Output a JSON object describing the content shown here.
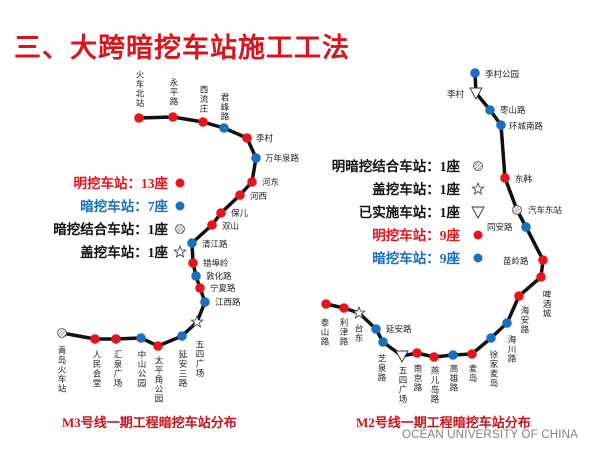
{
  "title": "三、大跨暗挖车站施工工法",
  "colors": {
    "open_cut": "#e8141b",
    "mined": "#1a6fc0",
    "title": "#d8141c"
  },
  "m3": {
    "caption": "M3号线一期工程暗挖车站分布",
    "legend": [
      {
        "label": "明挖车站：13座",
        "color": "#e8141b",
        "marker": "red-dot"
      },
      {
        "label": "暗挖车站：7座",
        "color": "#1a6fc0",
        "marker": "blue-dot"
      },
      {
        "label": "暗挖结合车站：1座",
        "color": "#111111",
        "marker": "hatched-circle"
      },
      {
        "label": "盖挖车站：1座",
        "color": "#111111",
        "marker": "star"
      }
    ],
    "stations": [
      {
        "name": "火车北站",
        "type": "open"
      },
      {
        "name": "永平路",
        "type": "open"
      },
      {
        "name": "西流庄",
        "type": "open"
      },
      {
        "name": "君峰路",
        "type": "mined"
      },
      {
        "name": "李村",
        "type": "open"
      },
      {
        "name": "万年泉路",
        "type": "mined"
      },
      {
        "name": "河东",
        "type": "open"
      },
      {
        "name": "河西",
        "type": "open"
      },
      {
        "name": "保儿",
        "type": "open"
      },
      {
        "name": "双山",
        "type": "open"
      },
      {
        "name": "清江路",
        "type": "mined"
      },
      {
        "name": "错埠岭",
        "type": "open"
      },
      {
        "name": "敦化路",
        "type": "mined"
      },
      {
        "name": "宁夏路",
        "type": "open"
      },
      {
        "name": "江西路",
        "type": "mined"
      },
      {
        "name": "五四广场",
        "type": "cover"
      },
      {
        "name": "延安三路",
        "type": "mined"
      },
      {
        "name": "太平角公园",
        "type": "open"
      },
      {
        "name": "中山公园",
        "type": "mined"
      },
      {
        "name": "汇泉广场",
        "type": "open"
      },
      {
        "name": "人民会堂",
        "type": "open"
      },
      {
        "name": "青岛火车站",
        "type": "combined"
      }
    ]
  },
  "m2": {
    "caption": "M2号线一期工程暗挖车站分布",
    "legend": [
      {
        "label": "明暗挖结合车站：1座",
        "color": "#111111",
        "marker": "hatched-circle"
      },
      {
        "label": "盖挖车站：1座",
        "color": "#111111",
        "marker": "star"
      },
      {
        "label": "已实施车站：1座",
        "color": "#111111",
        "marker": "triangle"
      },
      {
        "label": "明挖车站：9座",
        "color": "#e8141b",
        "marker": "red-dot"
      },
      {
        "label": "暗挖车站：9座",
        "color": "#1a6fc0",
        "marker": "blue-dot"
      }
    ],
    "stations": [
      {
        "name": "李村公园",
        "type": "mined"
      },
      {
        "name": "李村",
        "type": "built"
      },
      {
        "name": "枣山路",
        "type": "mined"
      },
      {
        "name": "环城南路",
        "type": "mined"
      },
      {
        "name": "东韩",
        "type": "open"
      },
      {
        "name": "汽车东站",
        "type": "combined"
      },
      {
        "name": "同安路",
        "type": "mined"
      },
      {
        "name": "苗岭路",
        "type": "open"
      },
      {
        "name": "啤酒城",
        "type": "open"
      },
      {
        "name": "海安路",
        "type": "open"
      },
      {
        "name": "海川路",
        "type": "mined"
      },
      {
        "name": "徐家麦岛",
        "type": "mined"
      },
      {
        "name": "麦岛",
        "type": "open"
      },
      {
        "name": "高雄路",
        "type": "mined"
      },
      {
        "name": "燕儿岛路",
        "type": "open"
      },
      {
        "name": "南京路",
        "type": "open"
      },
      {
        "name": "五四广场",
        "type": "built"
      },
      {
        "name": "芝泉路",
        "type": "mined"
      },
      {
        "name": "延安路",
        "type": "mined"
      },
      {
        "name": "台东",
        "type": "cover"
      },
      {
        "name": "利津路",
        "type": "open"
      },
      {
        "name": "泰山路",
        "type": "open"
      }
    ]
  },
  "footer": "OCEAN UNIVERSITY OF CHINA"
}
